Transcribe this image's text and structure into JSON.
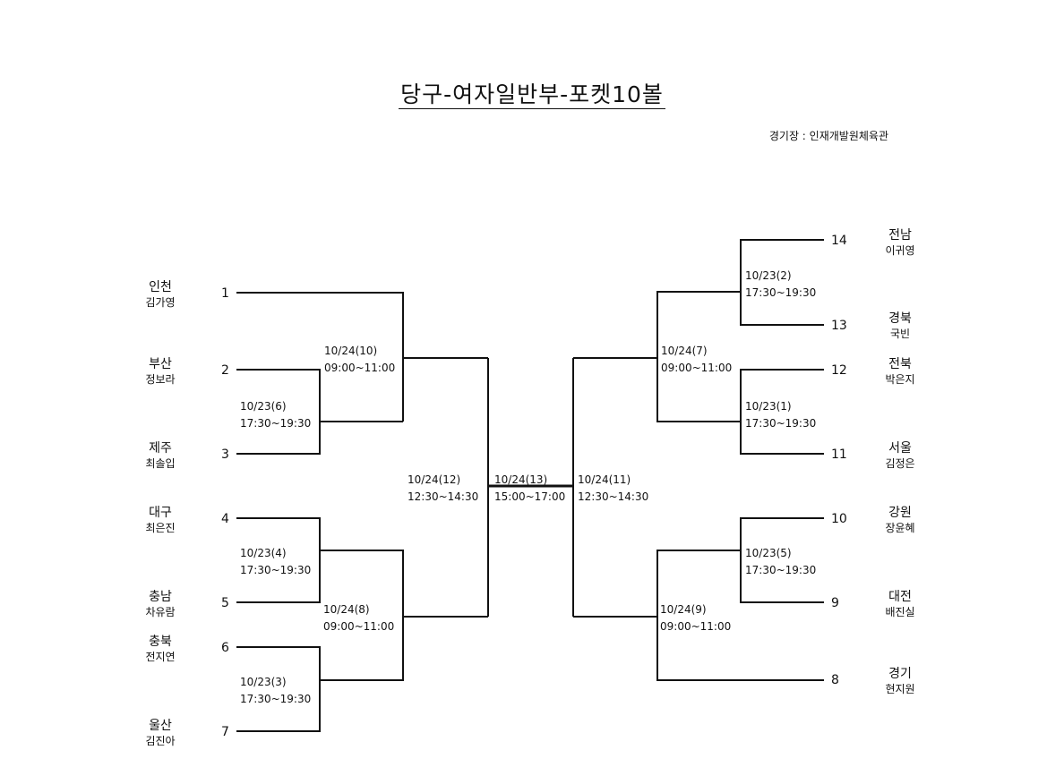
{
  "title": "당구-여자일반부-포켓10볼",
  "venue": "경기장  :  인재개발원체육관",
  "left_entries": [
    {
      "seed": "1",
      "region": "인천",
      "player": "김가영"
    },
    {
      "seed": "2",
      "region": "부산",
      "player": "정보라"
    },
    {
      "seed": "3",
      "region": "제주",
      "player": "최솔입"
    },
    {
      "seed": "4",
      "region": "대구",
      "player": "최은진"
    },
    {
      "seed": "5",
      "region": "충남",
      "player": "차유람"
    },
    {
      "seed": "6",
      "region": "충북",
      "player": "전지연"
    },
    {
      "seed": "7",
      "region": "울산",
      "player": "김진아"
    }
  ],
  "right_entries": [
    {
      "seed": "14",
      "region": "전남",
      "player": "이귀영"
    },
    {
      "seed": "13",
      "region": "경북",
      "player": "국빈"
    },
    {
      "seed": "12",
      "region": "전북",
      "player": "박은지"
    },
    {
      "seed": "11",
      "region": "서울",
      "player": "김정은"
    },
    {
      "seed": "10",
      "region": "강원",
      "player": "장윤혜"
    },
    {
      "seed": "9",
      "region": "대전",
      "player": "배진실"
    },
    {
      "seed": "8",
      "region": "경기",
      "player": "현지원"
    }
  ],
  "matches": {
    "l_r1a": {
      "date": "10/23(6)",
      "time": "17:30~19:30"
    },
    "l_r1b": {
      "date": "10/23(4)",
      "time": "17:30~19:30"
    },
    "l_r1c": {
      "date": "10/23(3)",
      "time": "17:30~19:30"
    },
    "l_qf1": {
      "date": "10/24(10)",
      "time": "09:00~11:00"
    },
    "l_qf2": {
      "date": "10/24(8)",
      "time": "09:00~11:00"
    },
    "l_sf": {
      "date": "10/24(12)",
      "time": "12:30~14:30"
    },
    "final": {
      "date": "10/24(13)",
      "time": "15:00~17:00"
    },
    "r_sf": {
      "date": "10/24(11)",
      "time": "12:30~14:30"
    },
    "r_qf1": {
      "date": "10/24(7)",
      "time": "09:00~11:00"
    },
    "r_qf2": {
      "date": "10/24(9)",
      "time": "09:00~11:00"
    },
    "r_r1a": {
      "date": "10/23(2)",
      "time": "17:30~19:30"
    },
    "r_r1b": {
      "date": "10/23(1)",
      "time": "17:30~19:30"
    },
    "r_r1c": {
      "date": "10/23(5)",
      "time": "17:30~19:30"
    }
  }
}
